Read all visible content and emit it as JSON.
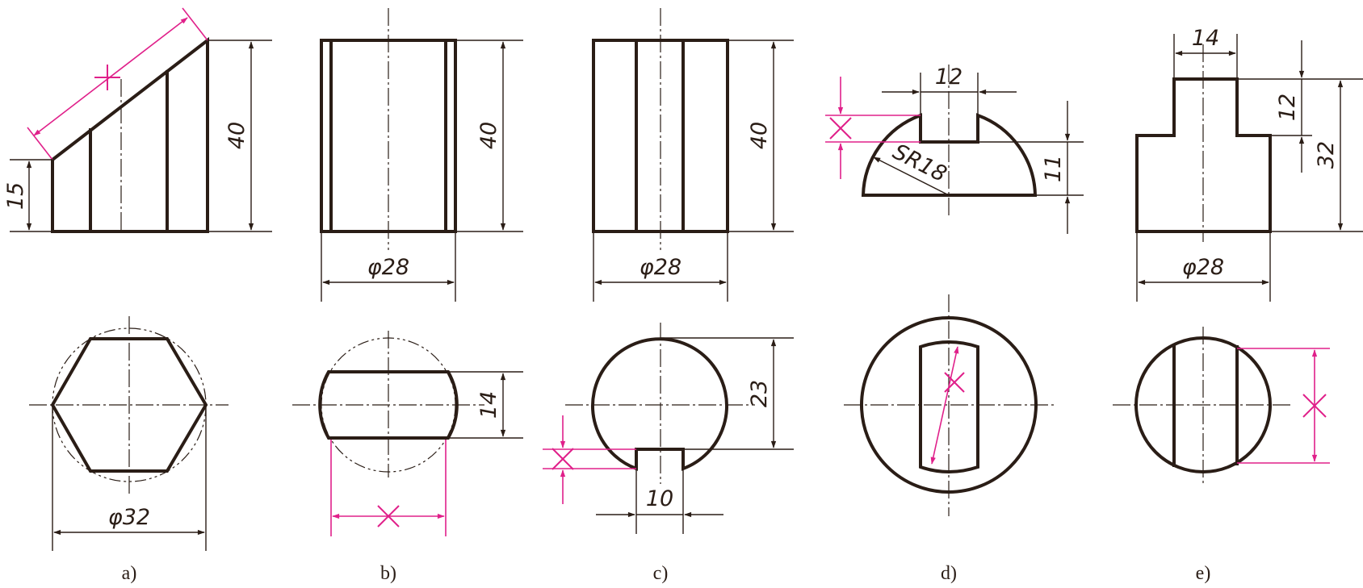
{
  "accent_colors": {
    "outline": "#2a1d16",
    "annotation": "#e0208a"
  },
  "views": [
    {
      "id": "a",
      "caption": "a)",
      "dims": {
        "height": "40",
        "lower_height": "15",
        "diameter": "φ32"
      }
    },
    {
      "id": "b",
      "caption": "b)",
      "dims": {
        "height": "40",
        "diameter": "φ28",
        "slot_width": "14"
      }
    },
    {
      "id": "c",
      "caption": "c)",
      "dims": {
        "height": "40",
        "diameter": "φ28",
        "chord": "23",
        "slot_width": "10"
      }
    },
    {
      "id": "d",
      "caption": "d)",
      "dims": {
        "slot_width": "12",
        "sphere_radius": "SR18",
        "height": "11"
      }
    },
    {
      "id": "e",
      "caption": "e)",
      "dims": {
        "top_width": "14",
        "step_height": "12",
        "height": "32",
        "diameter": "φ28"
      }
    }
  ]
}
